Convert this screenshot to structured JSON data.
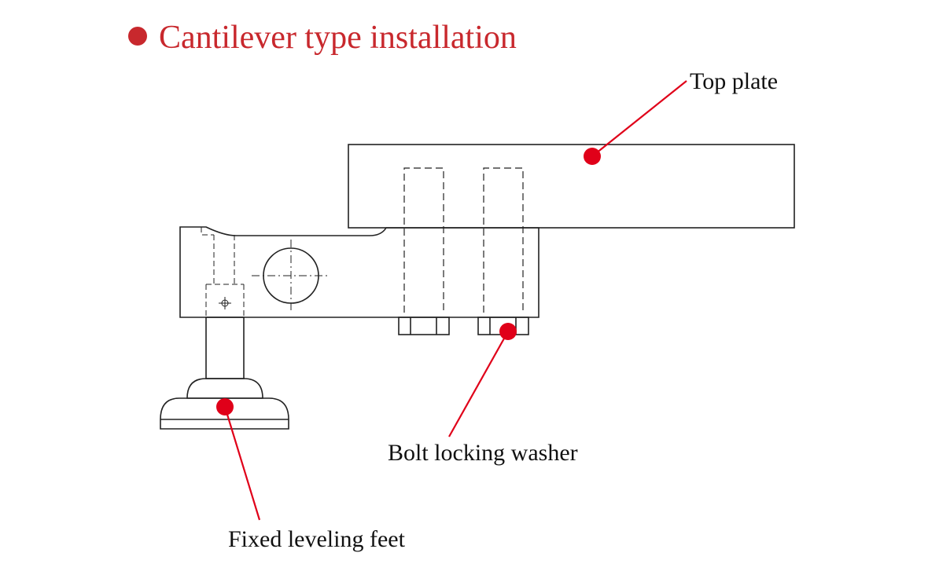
{
  "title": {
    "text": "Cantilever type installation",
    "color": "#c8282d"
  },
  "labels": {
    "top_plate": "Top plate",
    "bolt_washer": "Bolt locking washer",
    "leveling_feet": "Fixed leveling feet"
  },
  "colors": {
    "line": "#222222",
    "accent": "#e00019",
    "label_text": "#111111"
  }
}
